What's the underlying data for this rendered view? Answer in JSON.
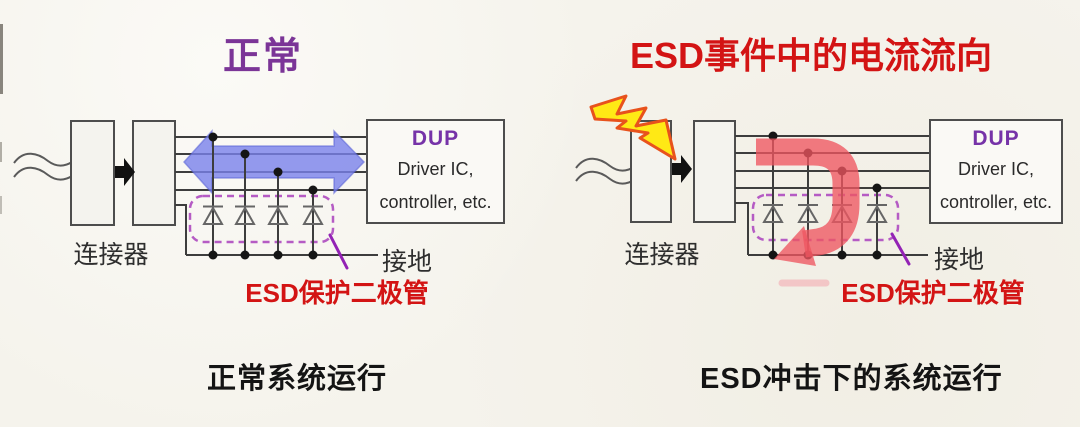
{
  "panels": {
    "left": {
      "title": "正常",
      "connector_label": "连接器",
      "ground_label": "接地",
      "esd_label": "ESD保护二极管",
      "caption": "正常系统运行",
      "dup": {
        "title": "DUP",
        "line1": "Driver IC,",
        "line2": "controller, etc."
      }
    },
    "right": {
      "title": "ESD事件中的电流流向",
      "connector_label": "连接器",
      "ground_label": "接地",
      "esd_label": "ESD保护二极管",
      "caption": "ESD冲击下的系统运行",
      "dup": {
        "title": "DUP",
        "line1": "Driver IC,",
        "line2": "controller, etc."
      }
    }
  },
  "icons": {
    "lightning_bolt": "esd-strike",
    "blue_double_arrow": "normal-signal-flow-both-directions",
    "red_hook_arrow": "esd-current-path-to-ground",
    "black_arrow": "connector-to-board",
    "diode_symbol": "esd-protection-diode",
    "wavy_cable": "external-cable"
  },
  "colors": {
    "accent_purple": "#7b3597",
    "dup_purple": "#7633a8",
    "accent_red": "#d31414",
    "diagram_line": "#3d3d3d",
    "dashed_purple": "#b55bc4",
    "arrow_blue": "rgba(121,129,235,0.8)",
    "arrow_red": "rgba(238,86,96,0.78)",
    "bolt_yellow": "#ffe915",
    "bolt_outline": "#e8521c",
    "background": "#f5f3ec"
  }
}
